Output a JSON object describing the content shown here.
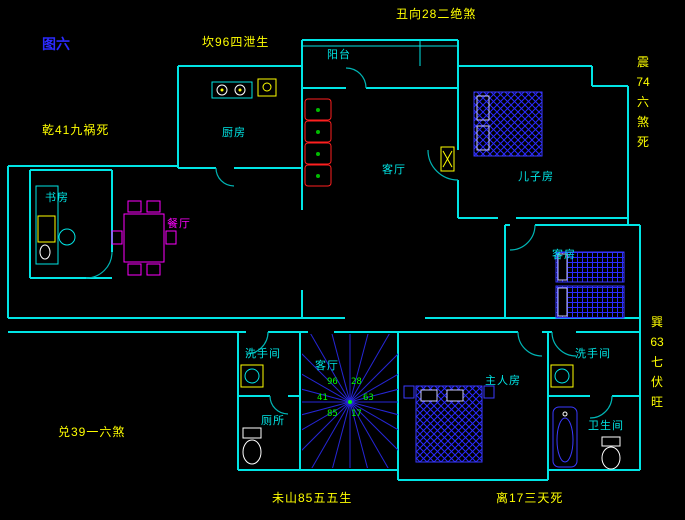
{
  "figure_label": "图六",
  "annotations": {
    "top": "丑向28二绝煞",
    "upper_left": "坎96四泄生",
    "left": "乾41九祸死",
    "right_upper": "震\n74\n六\n煞\n死",
    "right_lower": "巽\n63\n七\n伏\n旺",
    "lower_left": "兑39一六煞",
    "bottom_center": "未山85五五生",
    "bottom_right": "离17三天死"
  },
  "rooms": {
    "balcony": "阳台",
    "kitchen": "厨房",
    "living_room": "客厅",
    "sons_room": "儿子房",
    "study": "书房",
    "dining_room": "餐厅",
    "guest_room": "客房",
    "washroom_left": "洗手间",
    "stair_hall": "客厅",
    "toilet": "厕所",
    "master_room": "主人房",
    "washroom_right": "洗手间",
    "bathroom": "卫生间"
  },
  "compass_numbers": {
    "n1": "96",
    "n2": "28",
    "n3": "41",
    "n4": "63",
    "n5": "85",
    "n6": "17"
  },
  "colors": {
    "background": "#000000",
    "wall_cyan": "#00e5e5",
    "annotation_yellow": "#ffff00",
    "figure_blue": "#2b2bff",
    "furniture_blue": "#2a2aff",
    "dining_magenta": "#ff00ff",
    "sofa_red": "#ff1f1f",
    "compass_green": "#00ff00",
    "star_blue": "#2626d6"
  }
}
